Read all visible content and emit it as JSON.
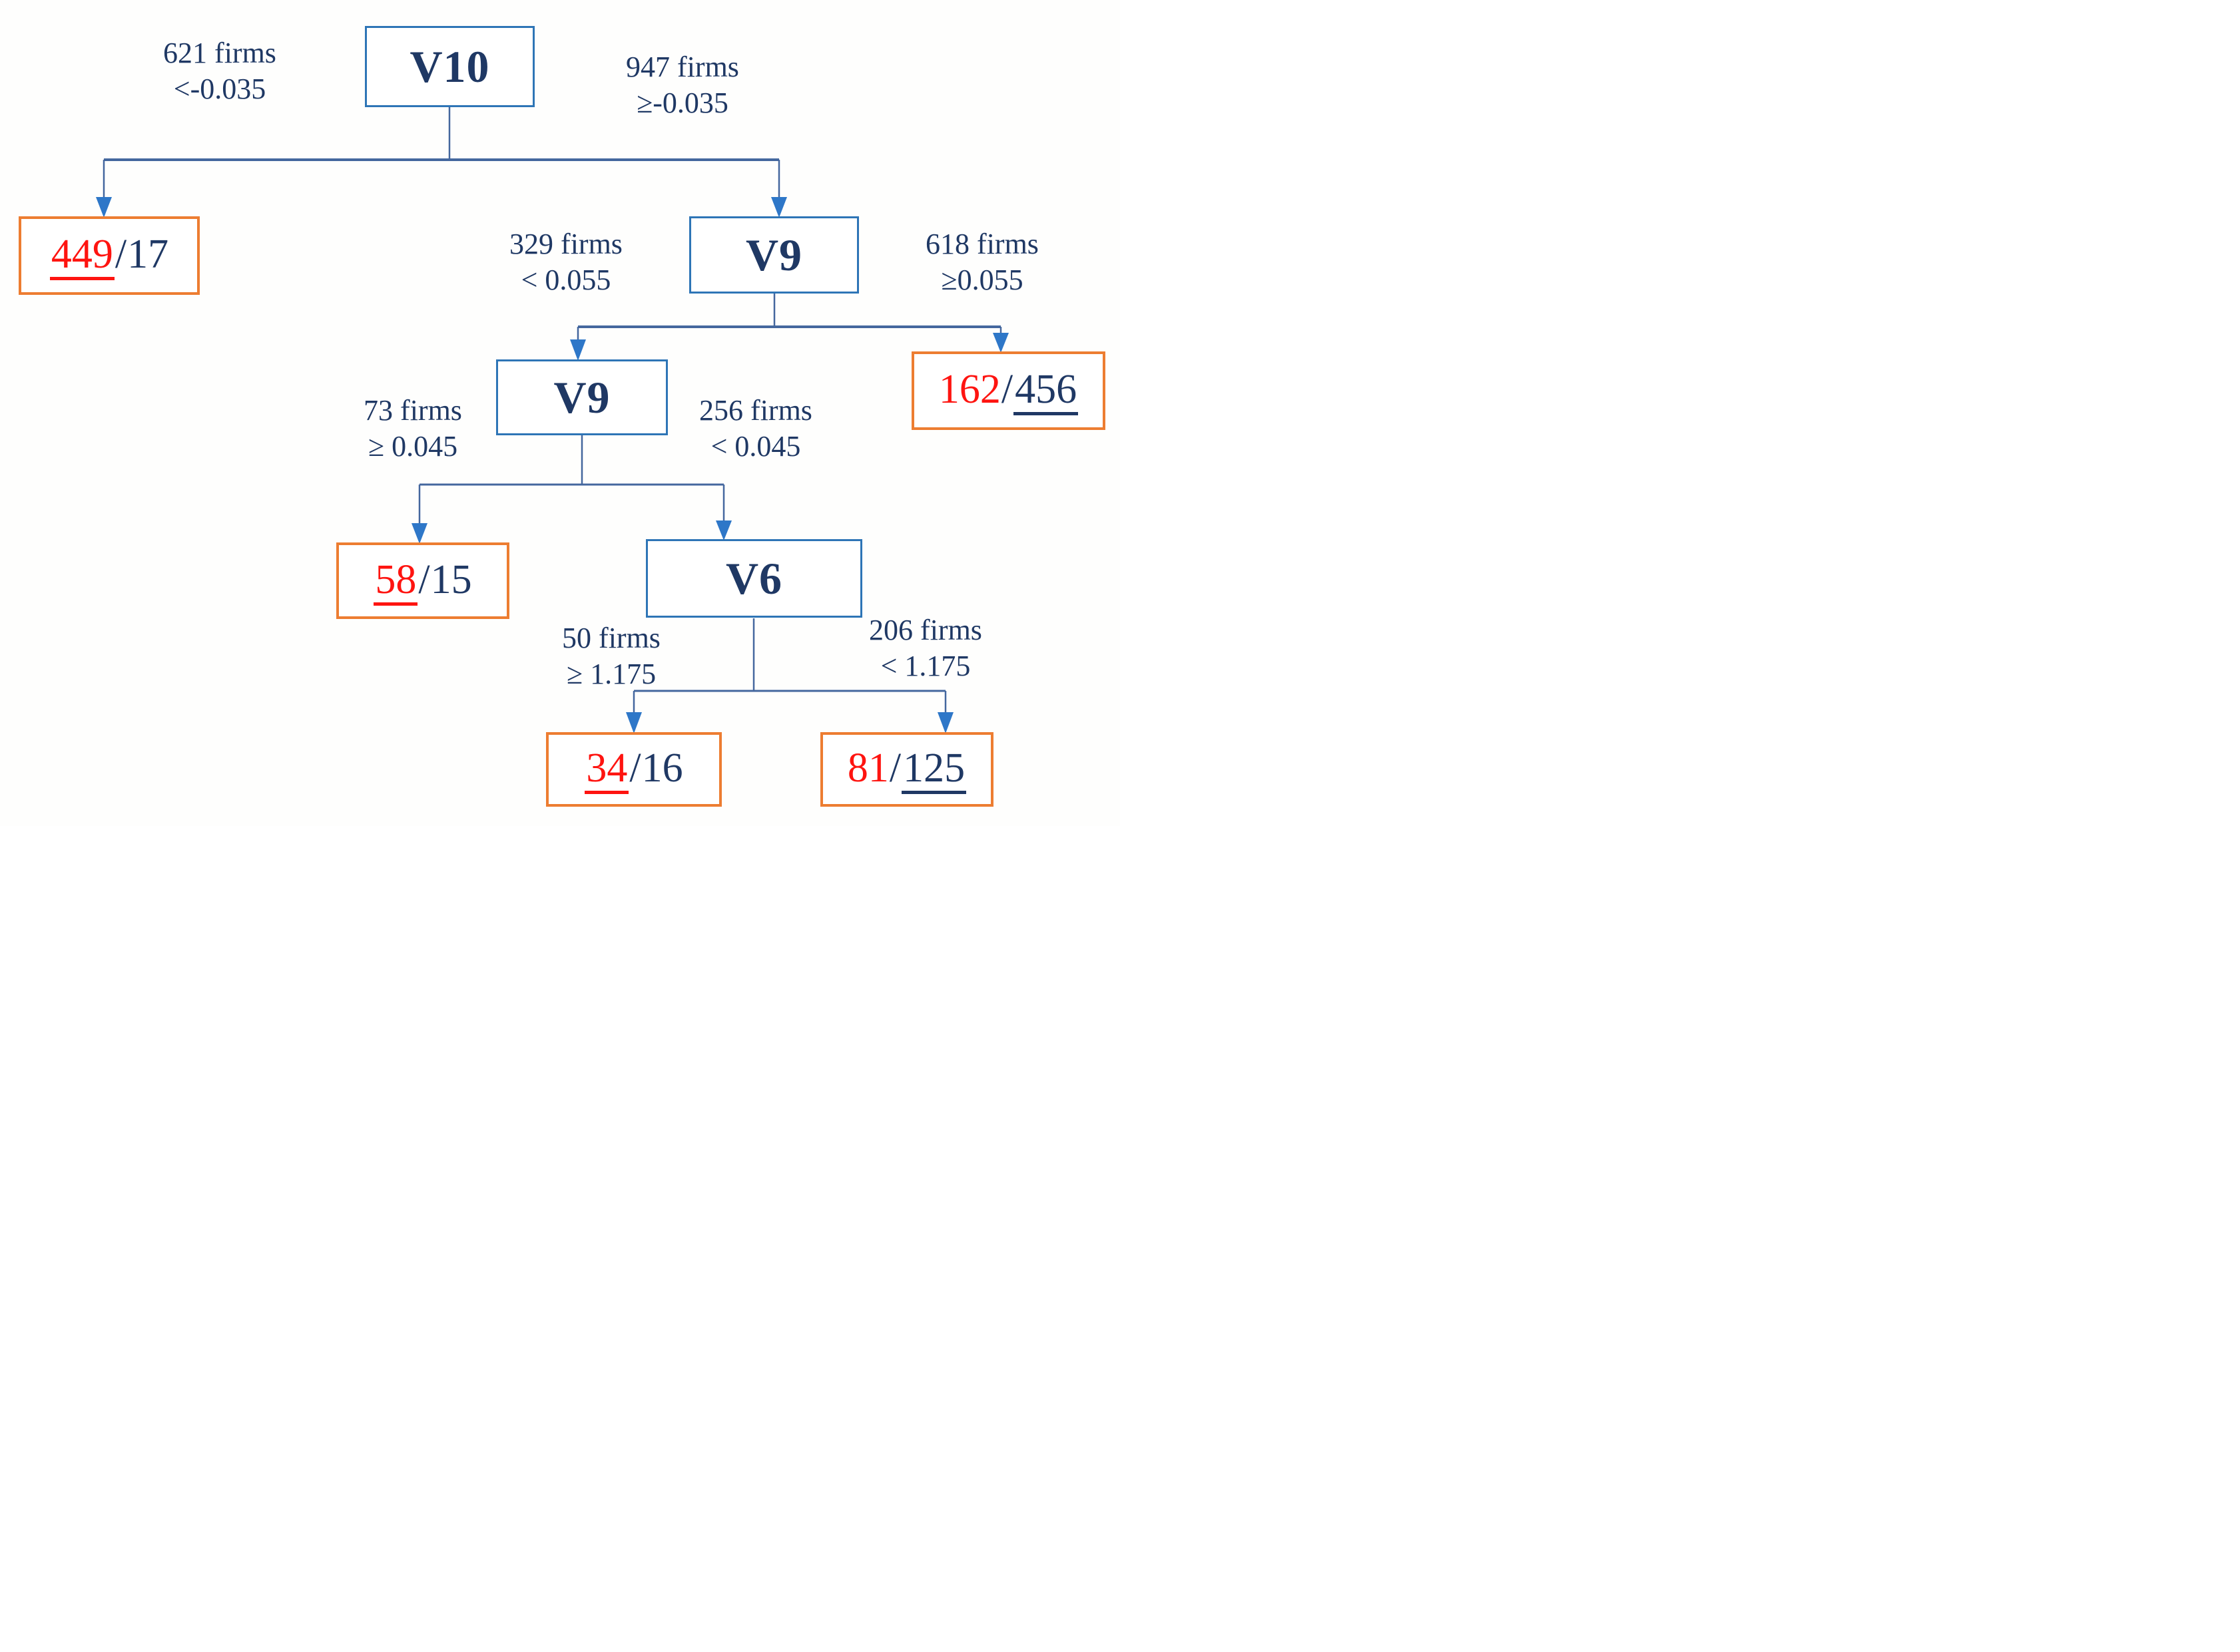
{
  "diagram_type": "decision-tree",
  "nodes": {
    "root": {
      "label": "V10"
    },
    "v9a": {
      "label": "V9"
    },
    "v9b": {
      "label": "V9"
    },
    "v6": {
      "label": "V6"
    }
  },
  "leaves": {
    "l449": {
      "highlight": "449",
      "sep": "/",
      "rest": "17",
      "highlight_underlined": true,
      "rest_underlined": false
    },
    "l162": {
      "highlight": "162",
      "sep": "/",
      "rest": "456",
      "highlight_underlined": false,
      "rest_underlined": true
    },
    "l58": {
      "highlight": "58",
      "sep": "/",
      "rest": "15",
      "highlight_underlined": true,
      "rest_underlined": false
    },
    "l34": {
      "highlight": "34",
      "sep": "/",
      "rest": "16",
      "highlight_underlined": true,
      "rest_underlined": false
    },
    "l81": {
      "highlight": "81",
      "sep": "/",
      "rest": "125",
      "highlight_underlined": false,
      "rest_underlined": true
    }
  },
  "edge_labels": {
    "root_left": {
      "line1": "621 firms",
      "line2": "<-0.035"
    },
    "root_right": {
      "line1": "947 firms",
      "line2": "≥-0.035"
    },
    "v9a_left": {
      "line1": "329 firms",
      "line2": "< 0.055"
    },
    "v9a_right": {
      "line1": "618 firms",
      "line2": "≥0.055"
    },
    "v9b_left": {
      "line1": "73 firms",
      "line2": "≥ 0.045"
    },
    "v9b_right": {
      "line1": "256 firms",
      "line2": "< 0.045"
    },
    "v6_left": {
      "line1": "50 firms",
      "line2": "≥ 1.175"
    },
    "v6_right": {
      "line1": "206 firms",
      "line2": "< 1.175"
    }
  },
  "colors": {
    "node_border": "#2e75b6",
    "leaf_border": "#ed7d31",
    "text_dark": "#1f3864",
    "highlight_red": "#fe1410",
    "connector_line": "#44679e",
    "arrowhead": "#2e77c8"
  }
}
